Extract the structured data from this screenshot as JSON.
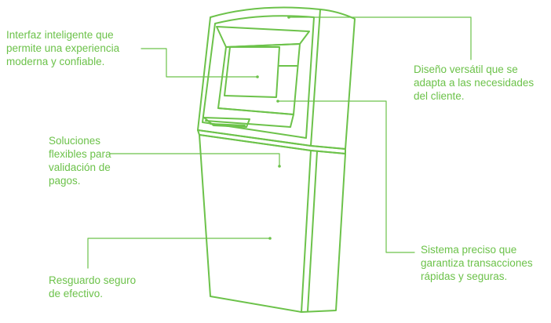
{
  "accent_color": "#6cc24a",
  "callouts": {
    "interface": "Interfaz inteligente que\npermite una experiencia\nmoderna y confiable.",
    "design": "Diseño versátil que se\nadapta a las necesidades\ndel cliente.",
    "flexible": "Soluciones\nflexibles para\nvalidación de\npagos.",
    "system": "Sistema preciso que\ngarantiza transacciones\nrápidas y seguras.",
    "secure": "Resguardo seguro\nde efectivo."
  }
}
